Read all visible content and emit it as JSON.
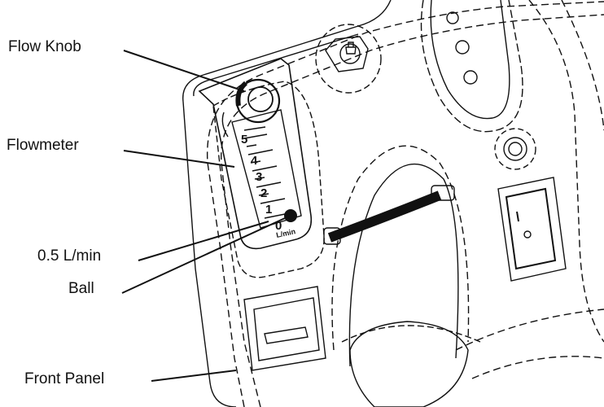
{
  "labels": {
    "flow_knob": "Flow Knob",
    "flowmeter": "Flowmeter",
    "flow_setting": "0.5 L/min",
    "ball": "Ball",
    "front_panel": "Front Panel"
  },
  "flowmeter_scale": [
    "0",
    "1",
    "2",
    "3",
    "4",
    "5"
  ],
  "flowmeter_unit": "L/min",
  "colors": {
    "line": "#111111",
    "background": "#ffffff"
  }
}
